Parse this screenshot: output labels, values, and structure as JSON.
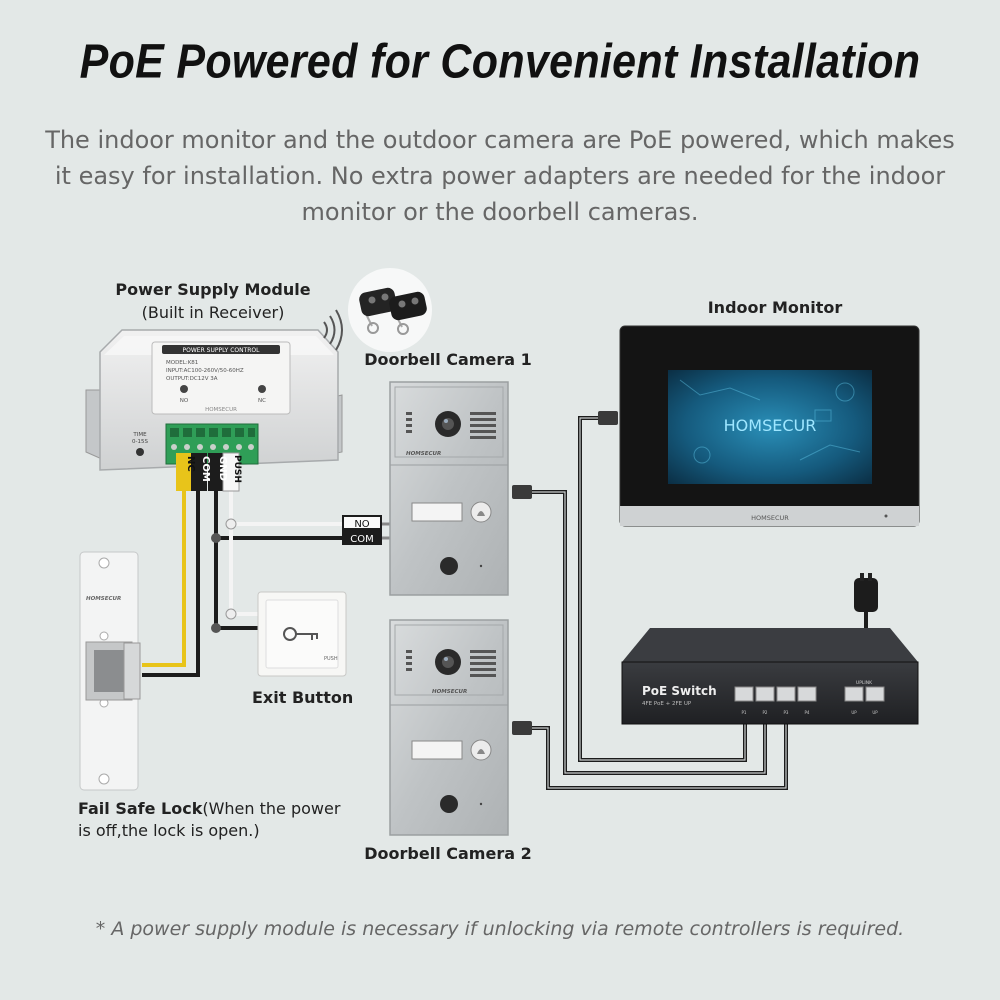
{
  "header": {
    "title": "PoE Powered for Convenient Installation",
    "subtitle": "The indoor monitor and the outdoor camera are PoE powered, which makes it easy for installation. No extra power adapters are needed for the indoor monitor or the doorbell cameras."
  },
  "power_supply": {
    "name": "Power Supply Module",
    "note": "(Built in Receiver)",
    "panel_title": "POWER SUPPLY CONTROL",
    "model": "MODEL:K81",
    "input": "INPUT:AC100-260V/50-60HZ",
    "output": "OUTPUT:DC12V 3A",
    "btn_no": "NO",
    "btn_nc": "NC",
    "brand": "HOMSECUR",
    "time_label": "TIME",
    "time_value": "0-15S",
    "terminals": [
      "NC",
      "COM",
      "GND",
      "PUSH"
    ]
  },
  "remote": {
    "icon": "remote-key-fob-icon"
  },
  "doorbell1": {
    "label": "Doorbell Camera 1",
    "brand": "HOMSECUR",
    "wire_no": "NO",
    "wire_com": "COM"
  },
  "doorbell2": {
    "label": "Doorbell Camera 2",
    "brand": "HOMSECUR"
  },
  "monitor": {
    "label": "Indoor Monitor",
    "screen_brand": "HOMSECUR",
    "bezel_brand": "HOMSECUR"
  },
  "switch": {
    "name": "PoE Switch",
    "spec": "4FE PoE + 2FE UP",
    "uplink": "UPLINK",
    "ports": [
      "P1",
      "P2",
      "P3",
      "P4"
    ],
    "uplink_ports": [
      "UP",
      "UP"
    ]
  },
  "exit_button": {
    "label": "Exit Button",
    "face_text": "PUSH"
  },
  "lock": {
    "label_bold": "Fail Safe Lock",
    "label_rest": "(When the power",
    "label_line2": "is off,the lock is open.)",
    "brand": "HOMSECUR"
  },
  "footnote": "* A power supply module is necessary if unlocking via remote controllers is required.",
  "colors": {
    "wire_yellow": "#e8c41a",
    "wire_black": "#1c1c1c",
    "wire_white": "#f4f4f4",
    "terminal_green": "#2f9e57",
    "screen_blue": "#1d6e92"
  }
}
